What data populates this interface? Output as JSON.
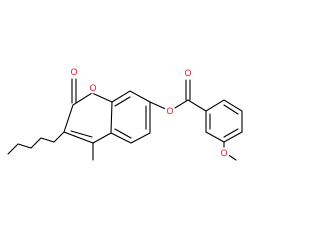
{
  "molecule": {
    "atoms": {
      "lactone_oxygen": {
        "label": "O",
        "color": "#e31a1c"
      },
      "carbonyl_oxygen_lactone": {
        "label": "O",
        "color": "#e31a1c"
      },
      "ether_oxygen": {
        "label": "O",
        "color": "#e31a1c"
      },
      "ketone_oxygen": {
        "label": "O",
        "color": "#e31a1c"
      },
      "methoxy_oxygen": {
        "label": "O",
        "color": "#e31a1c"
      }
    },
    "bond_color": "#000000"
  }
}
